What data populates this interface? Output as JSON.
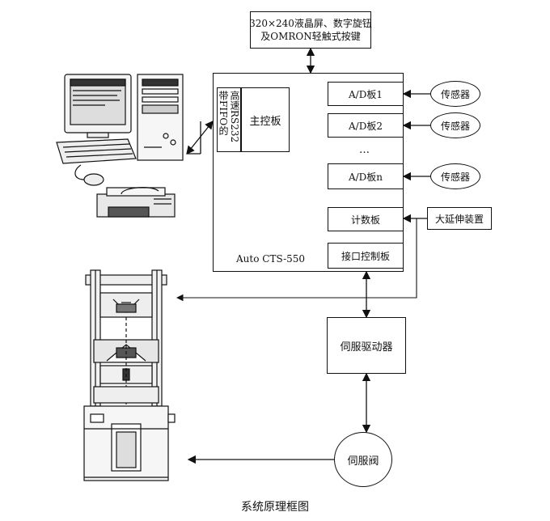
{
  "diagram": {
    "caption": "系统原理框图",
    "display_panel": {
      "line1": "320×240液晶屏、数字旋钮",
      "line2": "及OMRON轻触式按键"
    },
    "controller": {
      "name": "Auto CTS-550",
      "main_board": "主控板",
      "fifo_label_1": "带FIFO的",
      "fifo_label_2": "高速RS232",
      "ad_boards": [
        "A/D板1",
        "A/D板2",
        "A/D板n"
      ],
      "ellipsis": "…",
      "counter_board": "计数板",
      "interface_board": "接口控制板"
    },
    "sensors": [
      "传感器",
      "传感器",
      "传感器"
    ],
    "extensometer": "大延伸装置",
    "servo_driver": "伺服驱动器",
    "servo_valve": "伺服阀"
  }
}
